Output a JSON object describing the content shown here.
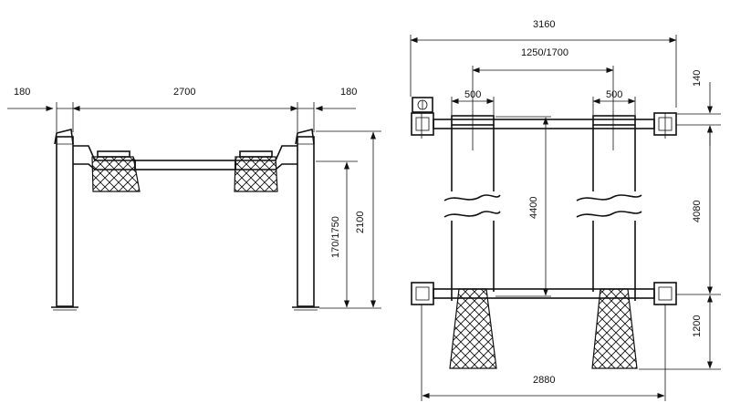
{
  "front_view": {
    "dim_left_offset": "180",
    "dim_span": "2700",
    "dim_right_offset": "180",
    "dim_runway_height": "170/1750",
    "dim_total_height": "2100"
  },
  "top_view": {
    "dim_total_width": "3160",
    "dim_track_width": "1250/1700",
    "dim_runway_width_left": "500",
    "dim_runway_width_right": "500",
    "dim_top_offset": "140",
    "dim_runway_length": "4400",
    "dim_post_spacing": "4080",
    "dim_rear_overhang": "1200",
    "dim_base_width": "2880"
  }
}
